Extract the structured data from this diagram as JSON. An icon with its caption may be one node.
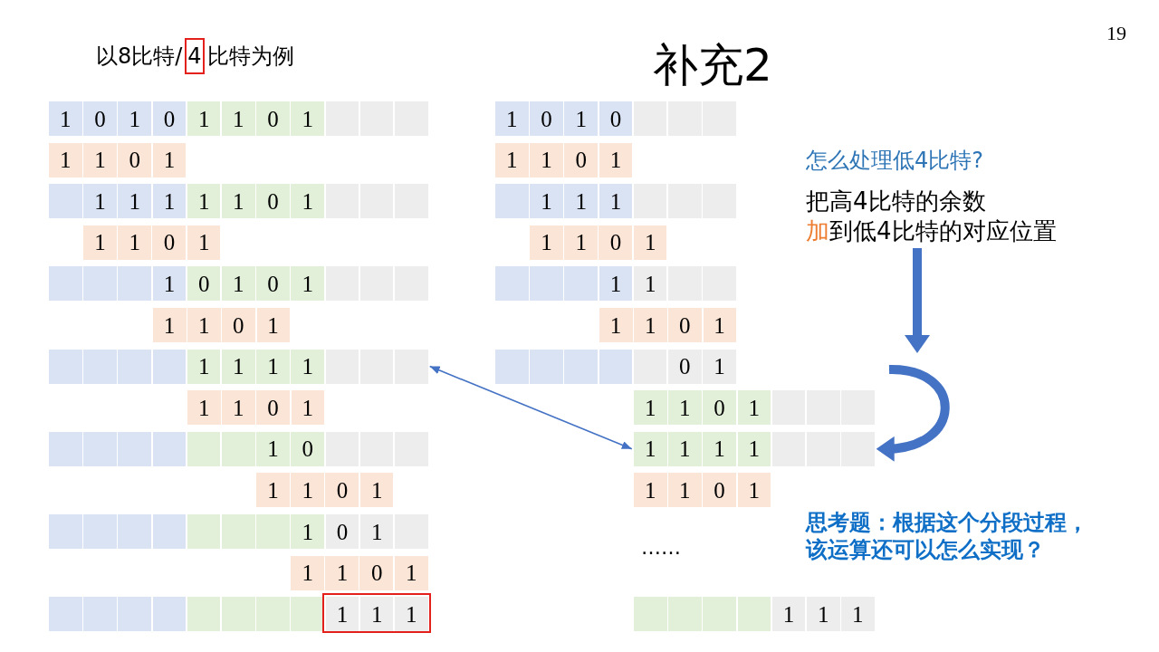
{
  "diagram": {
    "title": "补充2",
    "nodes": [
      {
        "text": [
          "1",
          "0",
          "1",
          "0",
          "1",
          "1",
          "0",
          "1"
        ]
      },
      {
        "text": [
          "1",
          "1",
          "0",
          "1"
        ]
      },
      {
        "text": [
          "1",
          "1",
          "1",
          "1",
          "1",
          "0",
          "1"
        ]
      },
      {
        "text": [
          "1",
          "1",
          "0",
          "1"
        ]
      },
      {
        "text": [
          "1",
          "0",
          "1",
          "0",
          "1"
        ]
      },
      {
        "text": [
          "1",
          "1",
          "0",
          "1"
        ]
      },
      {
        "text": [
          "1",
          "1",
          "1",
          "1"
        ]
      },
      {
        "text": [
          "1",
          "1",
          "0",
          "1"
        ]
      },
      {
        "text": [
          "1",
          "0"
        ]
      },
      {
        "text": [
          "1",
          "1",
          "0",
          "1"
        ]
      },
      {
        "text": [
          "1",
          "0",
          "1"
        ]
      },
      {
        "text": [
          "1",
          "1",
          "0",
          "1"
        ]
      },
      {
        "text": [
          "1",
          "1",
          "1"
        ]
      },
      {
        "text": [
          "1",
          "0",
          "1",
          "0"
        ]
      },
      {
        "text": [
          "1",
          "1",
          "0",
          "1"
        ]
      },
      {
        "text": [
          "1",
          "1",
          "1"
        ]
      },
      {
        "text": [
          "1",
          "1",
          "0",
          "1"
        ]
      },
      {
        "text": [
          "1",
          "1"
        ]
      },
      {
        "text": [
          "1",
          "1",
          "0",
          "1"
        ]
      },
      {
        "text": [
          "0",
          "1"
        ]
      },
      {
        "text": [
          "1",
          "1",
          "0",
          "1"
        ]
      },
      {
        "text": [
          "1",
          "1",
          "1",
          "1"
        ]
      },
      {
        "text": [
          "1",
          "1",
          "0",
          "1"
        ]
      },
      {
        "text": [
          "1",
          "1",
          "1"
        ]
      },
      {
        "text": [
          "怎么处理低4比特?",
          "把高4比特的余数加到低4比特的对应位置"
        ]
      }
    ],
    "edges": [
      {
        "from": 6,
        "to": 21,
        "arrow": "both"
      },
      {
        "from": 24,
        "to": null,
        "arrow": "to"
      },
      {
        "from": null,
        "to": 21,
        "arrow": "to"
      }
    ],
    "labels": [
      "19",
      "以8比特/4比特为例",
      "思考题：根据这个分段过程，该运算还可以怎么实现？",
      "……"
    ]
  }
}
